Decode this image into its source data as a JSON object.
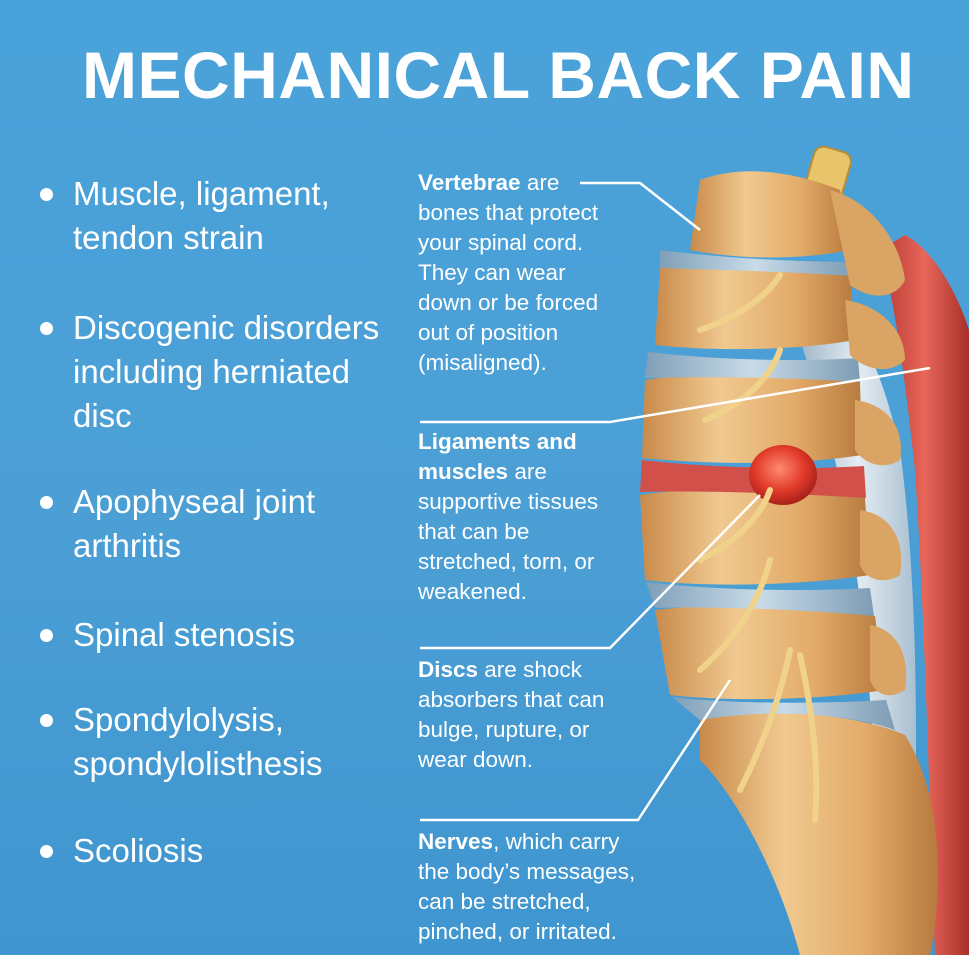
{
  "title": "MECHANICAL BACK PAIN",
  "causes": [
    "Muscle, ligament,\ntendon strain",
    "Discogenic disorders\nincluding herniated\ndisc",
    "Apophyseal joint\narthritis",
    "Spinal stenosis",
    "Spondylolysis,\nspondylolisthesis",
    "Scoliosis"
  ],
  "annotations": {
    "vertebrae": {
      "term": "Vertebrae",
      "first_rest": " are",
      "lines": [
        "bones that protect",
        "your spinal cord.",
        "They can wear",
        "down or be forced",
        "out of position",
        "(misaligned)."
      ]
    },
    "ligaments": {
      "term1": "Ligaments and",
      "term2": "muscles",
      "second_rest": " are",
      "lines": [
        "supportive tissues",
        "that can be",
        "stretched, torn, or",
        "weakened."
      ]
    },
    "discs": {
      "term": "Discs",
      "first_rest": " are shock",
      "lines": [
        "absorbers that can",
        "bulge, rupture, or",
        "wear down."
      ]
    },
    "nerves": {
      "term": "Nerves",
      "first_rest": ", which carry",
      "lines": [
        "the body’s messages,",
        "can be stretched,",
        "pinched, or irritated."
      ]
    }
  },
  "colors": {
    "background": "#4a9fd7",
    "text": "#ffffff",
    "bone": "#e6b97a",
    "disc": "#8fb0c8",
    "herniation": "#e23b2b",
    "muscle": "#d8544a",
    "nerve": "#f0d28a"
  }
}
